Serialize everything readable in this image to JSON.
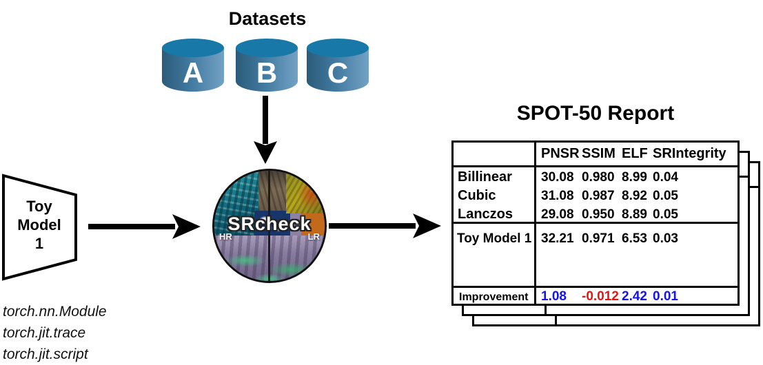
{
  "datasets": {
    "title": "Datasets",
    "items": [
      "A",
      "B",
      "C"
    ]
  },
  "model": {
    "name_lines": [
      "Toy",
      "Model",
      "1"
    ],
    "api_notes": [
      "torch.nn.Module",
      "torch.jit.trace",
      "torch.jit.script"
    ]
  },
  "tool": {
    "name": "SRcheck",
    "left_label": "HR",
    "right_label": "LR"
  },
  "report": {
    "title": "SPOT-50 Report",
    "columns": [
      "PNSR",
      "SSIM",
      "ELF",
      "SRIntegrity"
    ],
    "baselines": [
      {
        "name": "Billinear",
        "values": [
          "30.08",
          "0.980",
          "8.99",
          "0.04"
        ]
      },
      {
        "name": "Cubic",
        "values": [
          "31.08",
          "0.987",
          "8.92",
          "0.05"
        ]
      },
      {
        "name": "Lanczos",
        "values": [
          "29.08",
          "0.950",
          "8.89",
          "0.05"
        ]
      }
    ],
    "model_row": {
      "name": "Toy Model 1",
      "values": [
        "32.21",
        "0.971",
        "6.53",
        "0.03"
      ]
    },
    "improvement": {
      "name": "Improvement",
      "values": [
        "1.08",
        "-0.012",
        "2.42",
        "0.01"
      ],
      "colors": [
        "#1414e8",
        "#e81414",
        "#1414e8",
        "#1414e8"
      ]
    }
  }
}
